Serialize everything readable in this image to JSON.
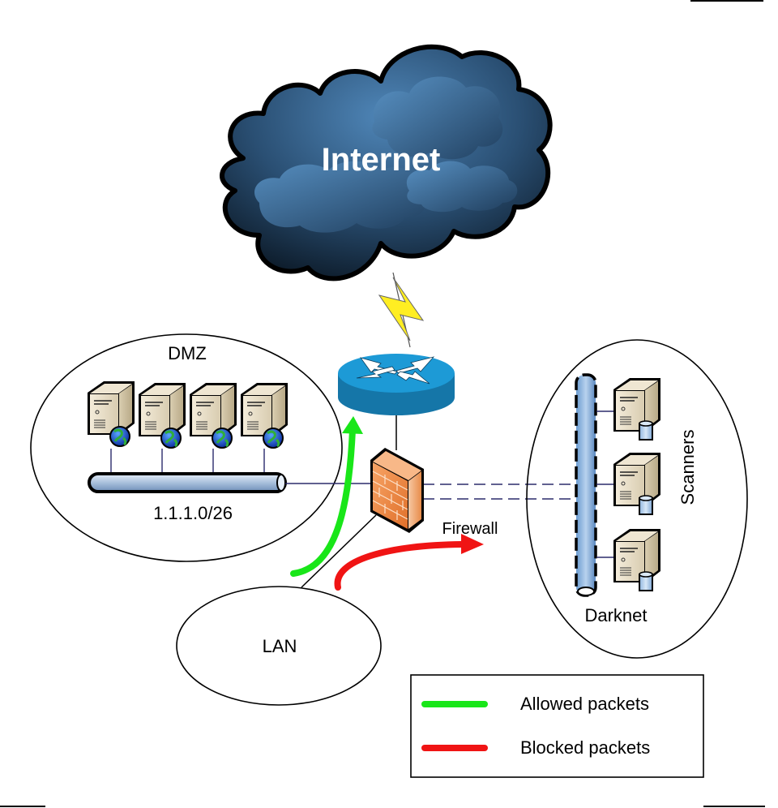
{
  "diagram": {
    "internet": {
      "label": "Internet"
    },
    "dmz": {
      "label": "DMZ",
      "subnet": "1.1.1.0/26",
      "server_count": 4
    },
    "firewall": {
      "label": "Firewall"
    },
    "lan": {
      "label": "LAN"
    },
    "darknet": {
      "label": "Darknet",
      "scanners_label": "Scanners",
      "scanner_count": 3
    },
    "legend": {
      "items": [
        {
          "label": "Allowed packets",
          "color": "#19e619"
        },
        {
          "label": "Blocked packets",
          "color": "#f01414"
        }
      ]
    },
    "colors": {
      "allowed": "#19e619",
      "blocked": "#f01414",
      "router": "#1a8fc9",
      "firewall": "#f0904a",
      "cloud": "#2a4f73",
      "link": "#2b2b6b"
    }
  }
}
